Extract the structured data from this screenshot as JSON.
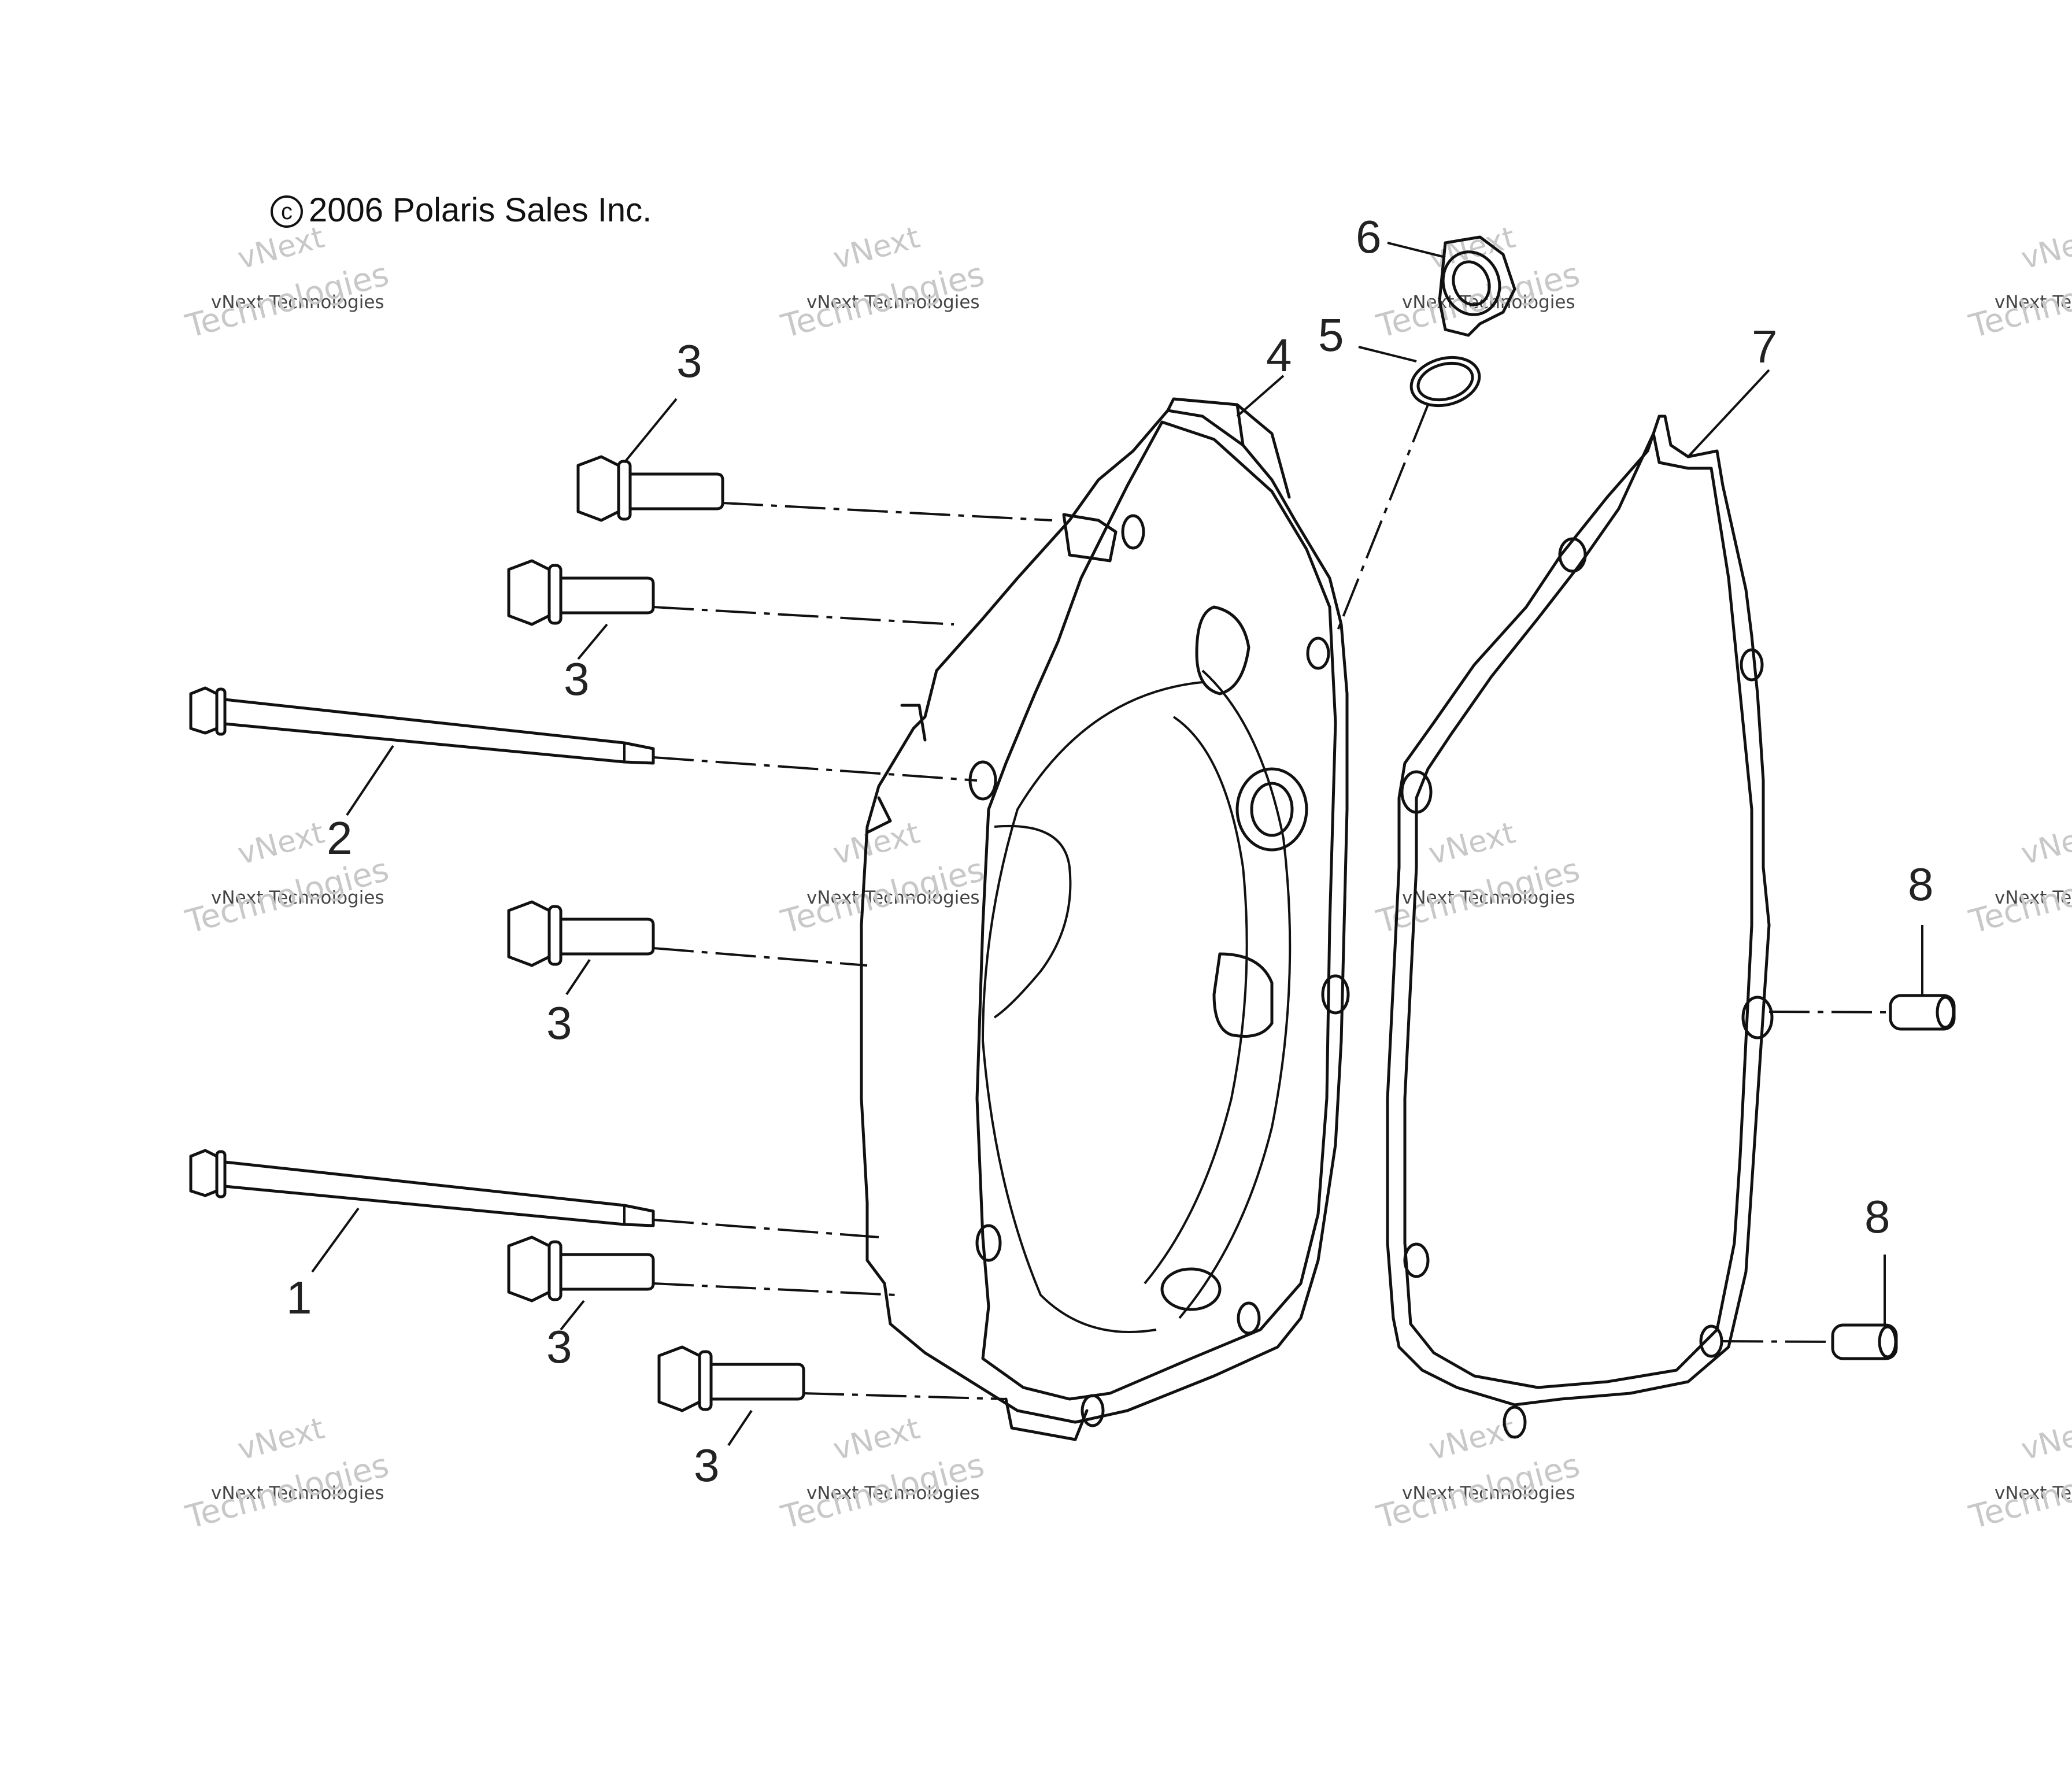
{
  "copyright": {
    "symbol": "c",
    "text": "2006 Polaris Sales Inc."
  },
  "watermark": {
    "line1": "vNext",
    "line2": "vNext Technologies",
    "line3": "Technologies"
  },
  "callouts": [
    {
      "id": "label-1",
      "text": "1"
    },
    {
      "id": "label-2",
      "text": "2"
    },
    {
      "id": "label-3a",
      "text": "3"
    },
    {
      "id": "label-3b",
      "text": "3"
    },
    {
      "id": "label-3c",
      "text": "3"
    },
    {
      "id": "label-3d",
      "text": "3"
    },
    {
      "id": "label-3e",
      "text": "3"
    },
    {
      "id": "label-4",
      "text": "4"
    },
    {
      "id": "label-5",
      "text": "5"
    },
    {
      "id": "label-6",
      "text": "6"
    },
    {
      "id": "label-7",
      "text": "7"
    },
    {
      "id": "label-8a",
      "text": "8"
    },
    {
      "id": "label-8b",
      "text": "8"
    }
  ],
  "parts": [
    {
      "number": "1",
      "name": "long-bolt-lower"
    },
    {
      "number": "2",
      "name": "long-bolt-upper"
    },
    {
      "number": "3",
      "name": "flange-bolt"
    },
    {
      "number": "4",
      "name": "crankcase-cover"
    },
    {
      "number": "5",
      "name": "o-ring"
    },
    {
      "number": "6",
      "name": "plug"
    },
    {
      "number": "7",
      "name": "gasket"
    },
    {
      "number": "8",
      "name": "dowel-pin"
    }
  ]
}
